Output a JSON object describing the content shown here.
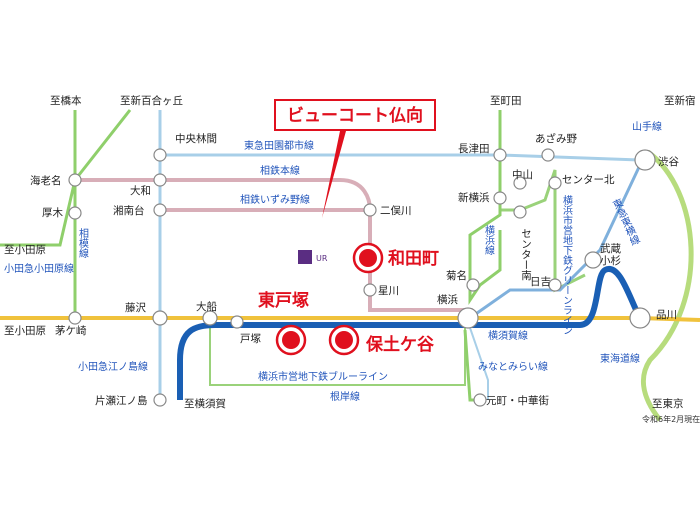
{
  "callout": {
    "text": "ビューコート仏向",
    "color": "#e0101e"
  },
  "logo": {
    "text": "UR"
  },
  "highlight_stations": [
    "和田町",
    "東戸塚",
    "保土ケ谷"
  ],
  "stations": {
    "totsuka": "戸塚",
    "ofuna": "大船",
    "fujisawa": "藤沢",
    "chigasaki": "茅ケ崎",
    "ebina": "海老名",
    "atsugi": "厚木",
    "yamato": "大和",
    "shonandai": "湘南台",
    "chuorinkan": "中央林間",
    "nagatsuta": "長津田",
    "azamino": "あざみ野",
    "shibuya": "渋谷",
    "shinyokohama": "新横浜",
    "nakayama": "中山",
    "center_kita": "センター北",
    "center_minami": "センター南",
    "kikuna": "菊名",
    "hiyoshi": "日吉",
    "musashikosugi": "武蔵\n小杉",
    "futamatagawa": "二俣川",
    "hoshikawa": "星川",
    "yokohama": "横浜",
    "shinagawa": "品川",
    "motomachi": "元町・中華街",
    "katase": "片瀬江ノ島"
  },
  "directions": {
    "hashimoto": "至橋本",
    "shinyurigaoka": "至新百合ヶ丘",
    "machida": "至町田",
    "shinjuku": "至新宿",
    "odawara_top": "至小田原",
    "odawara_bottom": "至小田原",
    "yokosuka": "至横須賀",
    "tokyo": "至東京"
  },
  "lines": {
    "denentoshi": "東急田園都市線",
    "sotetsu_main": "相鉄本線",
    "izumino": "相鉄いずみ野線",
    "sagami": "相模線",
    "odakyu_odawara": "小田急小田原線",
    "odakyu_enoshima": "小田急江ノ島線",
    "yokohama_line": "横浜線",
    "green_line": "横浜市営地下鉄グリーンライン",
    "toyoko": "東急東横線",
    "yamanote": "山手線",
    "yokosuka_line": "横須賀線",
    "tokaido": "東海道線",
    "minatomirai": "みなとみらい線",
    "blue_line": "横浜市営地下鉄ブルーライン",
    "negishi": "根岸線"
  },
  "date_note": "令和6年2月現在",
  "colors": {
    "yellow": "#f0c23c",
    "blue": "#1a5fb4",
    "green": "#8fcf6b",
    "darkgreen": "#5aa83c",
    "lightblue": "#a8cfe8",
    "pink": "#d8aeb8",
    "red": "#e0101e",
    "yamanote": "#a6d36a",
    "toyoko": "#7fb0dc"
  }
}
